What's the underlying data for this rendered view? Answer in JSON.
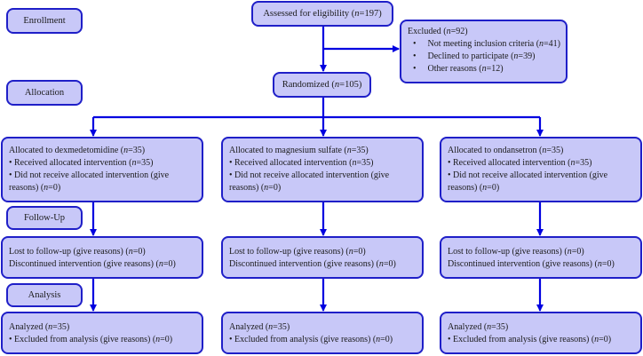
{
  "n_symbol": "n",
  "stages": {
    "enrollment": "Enrollment",
    "allocation": "Allocation",
    "follow_up": "Follow-Up",
    "analysis": "Analysis"
  },
  "colors": {
    "box_fill": "#c8c8f8",
    "border": "#1f1fc8",
    "arrow": "#0000e0"
  },
  "assessed": {
    "lines": [
      {
        "text": "Assessed for eligibility",
        "n": "197"
      }
    ]
  },
  "excluded": {
    "lines": [
      {
        "text": "Excluded",
        "n": "92"
      },
      {
        "bullet": "•",
        "text": "Not meeting inclusion criteria",
        "n": "41"
      },
      {
        "bullet": "•",
        "text": "Declined to participate",
        "n": "39"
      },
      {
        "bullet": "•",
        "text": "Other reasons",
        "n": "12"
      }
    ]
  },
  "randomized": {
    "lines": [
      {
        "text": "Randomized",
        "n": "105"
      }
    ]
  },
  "arms": [
    {
      "allocation": [
        {
          "text": "Allocated to dexmedetomidine",
          "n": "35"
        },
        {
          "bullet": "•",
          "text": "Received allocated intervention",
          "n": "35"
        },
        {
          "bullet": "•",
          "text": "Did not receive allocated intervention (give"
        },
        {
          "text": "reasons)",
          "n": "0"
        }
      ],
      "follow_up": [
        {
          "text": "Lost to follow-up (give reasons)",
          "n": "0"
        },
        {
          "text": "Discontinued intervention (give reasons)",
          "n": "0"
        }
      ],
      "analysis": [
        {
          "text": "Analyzed",
          "n": "35"
        },
        {
          "bullet": "•",
          "text": "Excluded from analysis (give reasons)",
          "n": "0"
        }
      ]
    },
    {
      "allocation": [
        {
          "text": "Allocated to magnesium sulfate",
          "n": "35"
        },
        {
          "bullet": "•",
          "text": "Received allocated intervention",
          "n": "35"
        },
        {
          "bullet": "•",
          "text": "Did not receive allocated intervention (give"
        },
        {
          "text": "reasons)",
          "n": "0"
        }
      ],
      "follow_up": [
        {
          "text": "Lost to follow-up (give reasons)",
          "n": "0"
        },
        {
          "text": "Discontinued intervention (give reasons)",
          "n": "0"
        }
      ],
      "analysis": [
        {
          "text": "Analyzed",
          "n": "35"
        },
        {
          "bullet": "•",
          "text": "Excluded from analysis (give reasons)",
          "n": "0"
        }
      ]
    },
    {
      "allocation": [
        {
          "text": "Allocated to ondansetron",
          "n": "35"
        },
        {
          "bullet": "•",
          "text": "Received allocated intervention",
          "n": "35"
        },
        {
          "bullet": "•",
          "text": "Did not receive allocated intervention (give"
        },
        {
          "text": "reasons)",
          "n": "0"
        }
      ],
      "follow_up": [
        {
          "text": "Lost to follow-up (give reasons)",
          "n": "0"
        },
        {
          "text": "Discontinued intervention (give reasons)",
          "n": "0"
        }
      ],
      "analysis": [
        {
          "text": "Analyzed",
          "n": "35"
        },
        {
          "bullet": "•",
          "text": "Excluded from analysis (give reasons)",
          "n": "0"
        }
      ]
    }
  ]
}
